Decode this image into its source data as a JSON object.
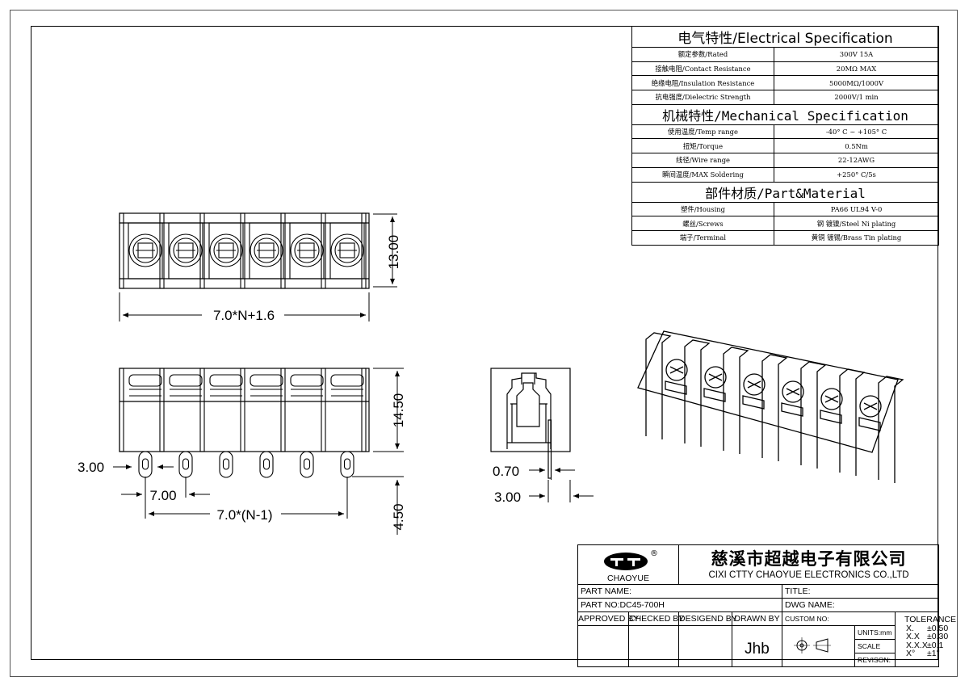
{
  "spec": {
    "electrical_title": "电气特性/Electrical Specification",
    "electrical": [
      {
        "param": "额定参数/Rated",
        "value": "300V  15A"
      },
      {
        "param": "接触电阻/Contact Resistance",
        "value": "20MΩ MAX"
      },
      {
        "param": "绝缘电阻/Insulation Resistance",
        "value": "5000MΩ/1000V"
      },
      {
        "param": "抗电强度/Dielectric Strength",
        "value": "2000V/1 min"
      }
    ],
    "mechanical_title": "机械特性/Mechanical Specification",
    "mechanical": [
      {
        "param": "使用温度/Temp range",
        "value": "-40° C ~ +105° C"
      },
      {
        "param": "扭矩/Torque",
        "value": "0.5Nm"
      },
      {
        "param": "线径/Wire range",
        "value": "22-12AWG"
      },
      {
        "param": "瞬间温度/MAX Soldering",
        "value": "+250° C/5s"
      }
    ],
    "material_title": "部件材质/Part&Material",
    "material": [
      {
        "param": "塑件/Housing",
        "value": "PA66 UL94 V-0"
      },
      {
        "param": "螺丝/Screws",
        "value": "钢 镀镍/Steel Ni plating"
      },
      {
        "param": "端子/Terminal",
        "value": "黄铜 镀锡/Brass Tin  plating"
      }
    ]
  },
  "dimensions": {
    "top_height": "13.00",
    "top_width": "7.0*N+1.6",
    "front_height": "14.50",
    "pin_width": "3.00",
    "pitch": "7.00",
    "span": "7.0*(N-1)",
    "pin_length": "4.50",
    "side_thickness": "0.70",
    "side_width": "3.00"
  },
  "title_block": {
    "logo_registered": "®",
    "brand": "CHAOYUE",
    "company_cn": "慈溪市超越电子有限公司",
    "company_en": "CIXI CTTY CHAOYUE ELECTRONICS CO.,LTD",
    "part_name_label": "PART NAME:",
    "part_name_value": "",
    "title_label": "TITLE:",
    "part_no_label": "PART NO:",
    "part_no_value": "DC45-700H",
    "dwg_name_label": "DWG NAME:",
    "approved_by": "APPROVED BY",
    "checked_by": "CHECKED BY",
    "designed_by": "DESIGEND BY",
    "drawn_by": "DRAWN BY",
    "drawn_by_value": "Jhb",
    "custom_no": "CUSTOM NO:",
    "units": "UNITS:mm",
    "scale": "SCALE",
    "revision": "REVISON:",
    "tolerance_title": "TOLERANCE",
    "tolerance": [
      {
        "format": "X.",
        "value": "±0.50"
      },
      {
        "format": "X.X",
        "value": "±0.30"
      },
      {
        "format": "X.X.X",
        "value": "±0.1"
      },
      {
        "format": "X°",
        "value": "±1°"
      }
    ]
  }
}
